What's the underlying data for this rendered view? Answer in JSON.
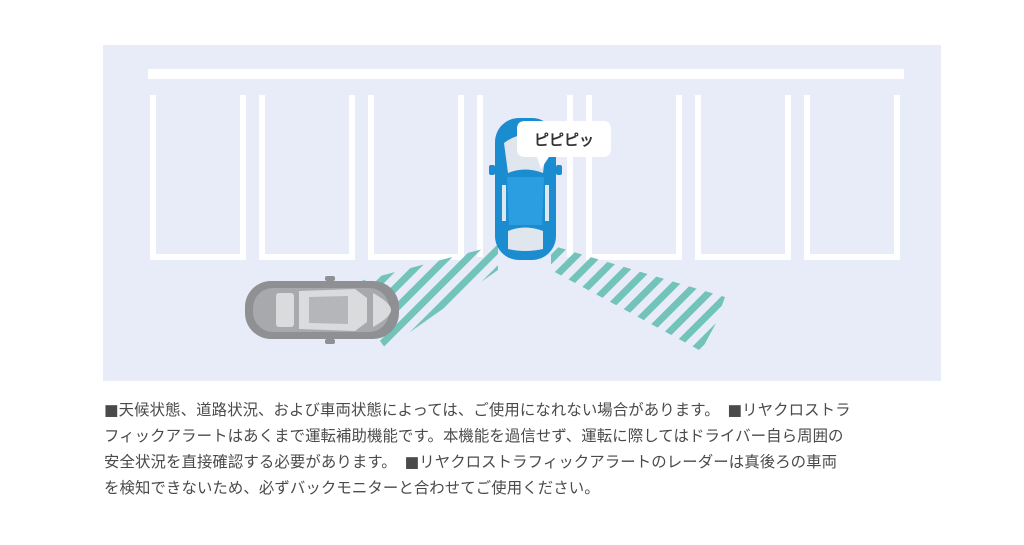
{
  "scene": {
    "bubble_text": "ピピピッ",
    "colors": {
      "background": "#e8ebf8",
      "parking_lines": "#ffffff",
      "own_car_body": "#1c8cd0",
      "other_car_body": "#8e9094",
      "radar_stripes": "#72c4ba"
    }
  },
  "caption": {
    "lines": [
      "■天候状態、道路状況、および車両状態によっては、ご使用になれない場合があります。　■リヤクロストラ",
      "フィックアラートはあくまで運転補助機能です。本機能を過信せず、運転に際してはドライバー自ら周囲の",
      "安全状況を直接確認する必要があります。　■リヤクロストラフィックアラートのレーダーは真後ろの車両",
      "を検知できないため、必ずバックモニターと合わせてご使用ください。"
    ]
  }
}
